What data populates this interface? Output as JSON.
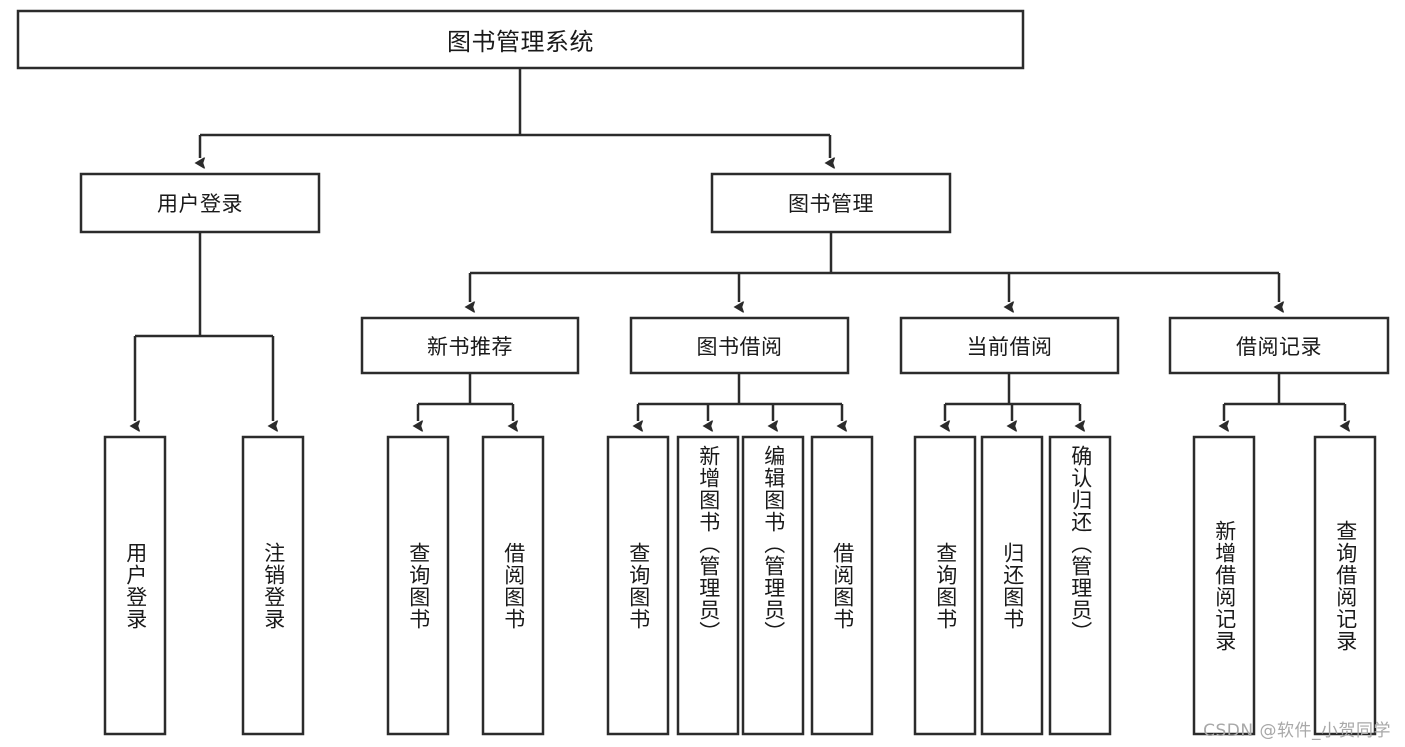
{
  "diagram": {
    "title": "图书管理系统",
    "watermark": "CSDN @软件_小贺同学",
    "colors": {
      "stroke": "#2b2b2b",
      "fill": "#ffffff",
      "text": "#1a1a1a",
      "watermark": "#a8a8a8",
      "background": "#ffffff"
    },
    "root": {
      "label": "图书管理系统"
    },
    "level2": [
      {
        "label": "用户登录"
      },
      {
        "label": "图书管理"
      }
    ],
    "level3": [
      {
        "label": "新书推荐"
      },
      {
        "label": "图书借阅"
      },
      {
        "label": "当前借阅"
      },
      {
        "label": "借阅记录"
      }
    ],
    "leaves": {
      "user_login": [
        {
          "label": "用户登录"
        },
        {
          "label": "注销登录"
        }
      ],
      "new_book_recommend": [
        {
          "label": "查询图书"
        },
        {
          "label": "借阅图书"
        }
      ],
      "book_borrow": [
        {
          "label": "查询图书"
        },
        {
          "label": "新增图书（管理员）"
        },
        {
          "label": "编辑图书（管理员）"
        },
        {
          "label": "借阅图书"
        }
      ],
      "current_borrow": [
        {
          "label": "查询图书"
        },
        {
          "label": "归还图书"
        },
        {
          "label": "确认归还（管理员）"
        }
      ],
      "borrow_record": [
        {
          "label": "新增借阅记录"
        },
        {
          "label": "查询借阅记录"
        }
      ]
    }
  }
}
